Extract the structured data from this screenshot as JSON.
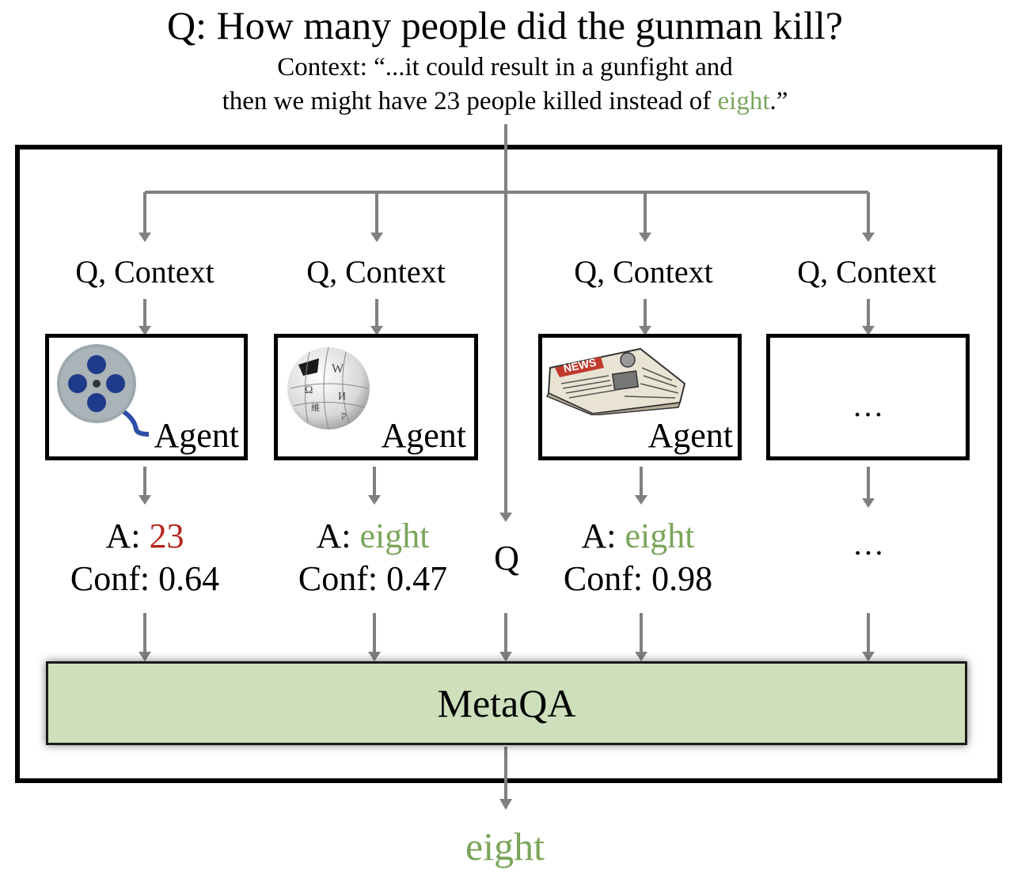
{
  "question": "Q: How many people did the gunman kill?",
  "context": {
    "line1": "Context: “...it could result in a gunfight and",
    "line2_prefix": "then we might have 23 people killed instead of ",
    "line2_highlight": "eight",
    "line2_suffix": ".”"
  },
  "q_context_label": "Q, Context",
  "agents": [
    {
      "icon": "film-reel-icon",
      "label": "Agent",
      "answer_prefix": "A: ",
      "answer": "23",
      "answer_color": "#b3261e",
      "conf": "Conf: 0.64"
    },
    {
      "icon": "wikipedia-globe-icon",
      "label": "Agent",
      "answer_prefix": "A: ",
      "answer": "eight",
      "answer_color": "#7aa55a",
      "conf": "Conf: 0.47"
    },
    {
      "icon": "newspaper-icon",
      "label": "Agent",
      "answer_prefix": "A: ",
      "answer": "eight",
      "answer_color": "#7aa55a",
      "conf": "Conf: 0.98"
    },
    {
      "icon": "",
      "label": "…",
      "answer": "…"
    }
  ],
  "q_label": "Q",
  "meta_label": "MetaQA",
  "final_answer": "eight",
  "colors": {
    "correct": "#7aa55a",
    "wrong": "#b3261e",
    "meta_fill": "#cde0bb",
    "arrow": "#808080"
  }
}
